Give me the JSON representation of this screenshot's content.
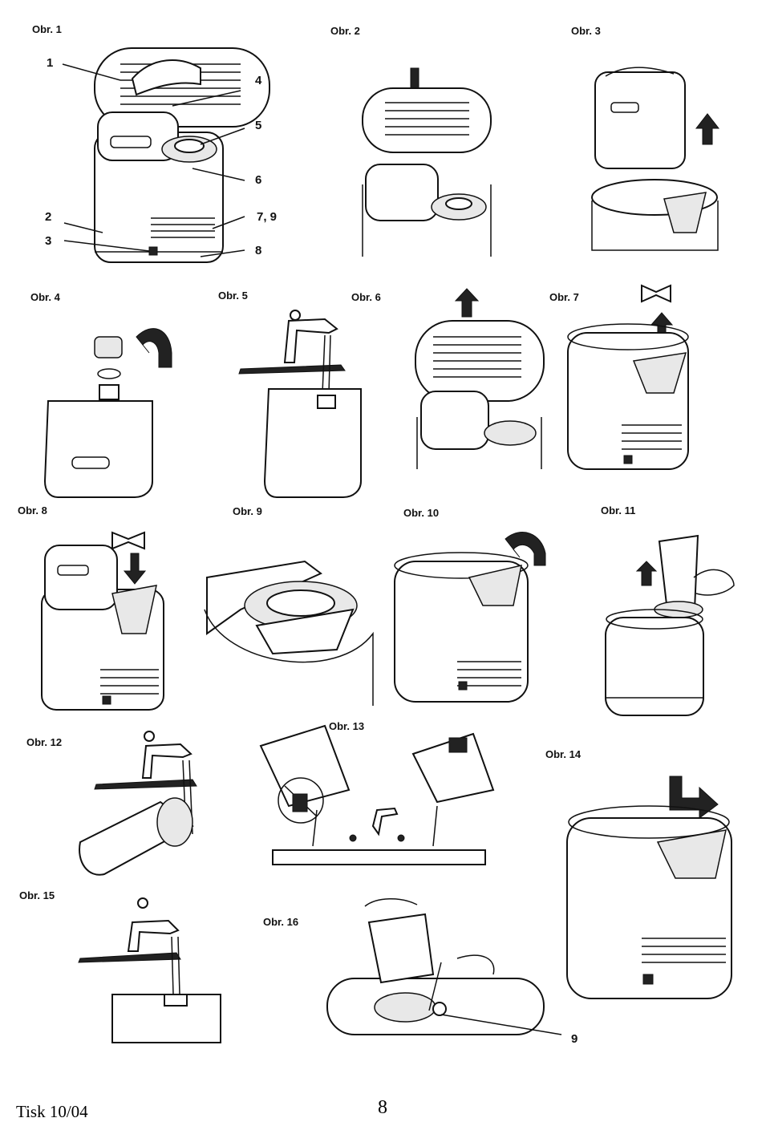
{
  "figures": [
    {
      "label": "Obr. 1"
    },
    {
      "label": "Obr. 2"
    },
    {
      "label": "Obr. 3"
    },
    {
      "label": "Obr. 4"
    },
    {
      "label": "Obr. 5"
    },
    {
      "label": "Obr. 6"
    },
    {
      "label": "Obr. 7"
    },
    {
      "label": "Obr. 8"
    },
    {
      "label": "Obr. 9"
    },
    {
      "label": "Obr. 10"
    },
    {
      "label": "Obr. 11"
    },
    {
      "label": "Obr. 12"
    },
    {
      "label": "Obr. 13"
    },
    {
      "label": "Obr. 14"
    },
    {
      "label": "Obr. 15"
    },
    {
      "label": "Obr. 16"
    }
  ],
  "callouts": {
    "c1": "1",
    "c2": "2",
    "c3": "3",
    "c4": "4",
    "c5": "5",
    "c6": "6",
    "c79": "7, 9",
    "c8": "8",
    "c9": "9"
  },
  "footer": {
    "print_code": "Tisk 10/04",
    "page_number": "8"
  }
}
